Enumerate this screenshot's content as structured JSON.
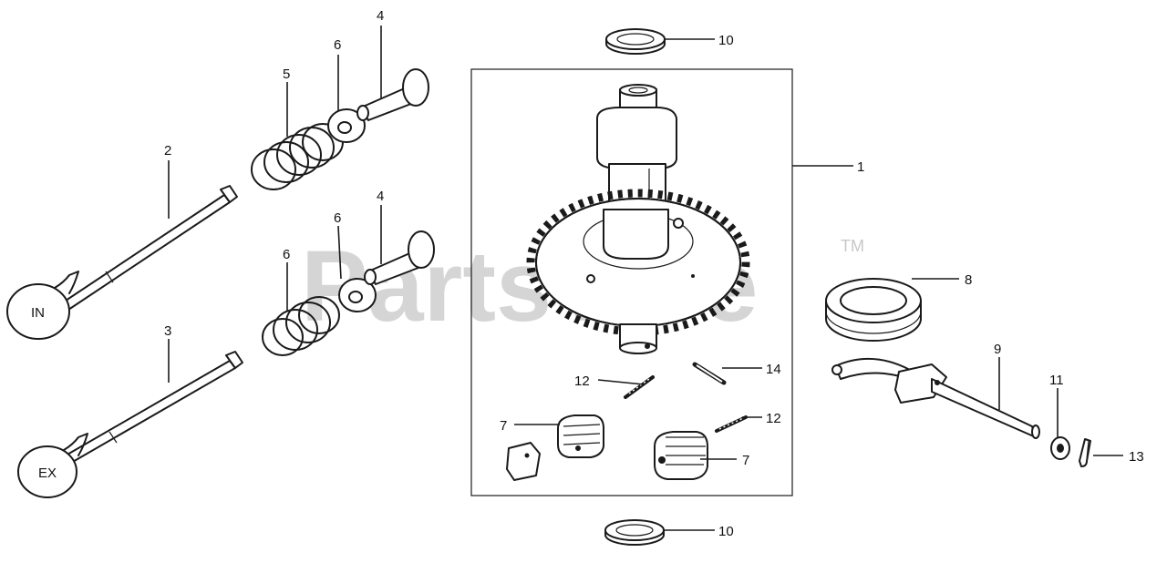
{
  "watermark": {
    "text": "PartsTree",
    "trademark": "TM"
  },
  "callouts": {
    "c1": "1",
    "c2": "2",
    "c3": "3",
    "c4a": "4",
    "c4b": "4",
    "c5": "5",
    "c6a": "6",
    "c6b": "6",
    "c6c": "6",
    "c7a": "7",
    "c7b": "7",
    "c8": "8",
    "c9": "9",
    "c10a": "10",
    "c10b": "10",
    "c11": "11",
    "c12a": "12",
    "c12b": "12",
    "c13": "13",
    "c14": "14"
  },
  "valve_marks": {
    "intake": "IN",
    "exhaust": "EX"
  }
}
